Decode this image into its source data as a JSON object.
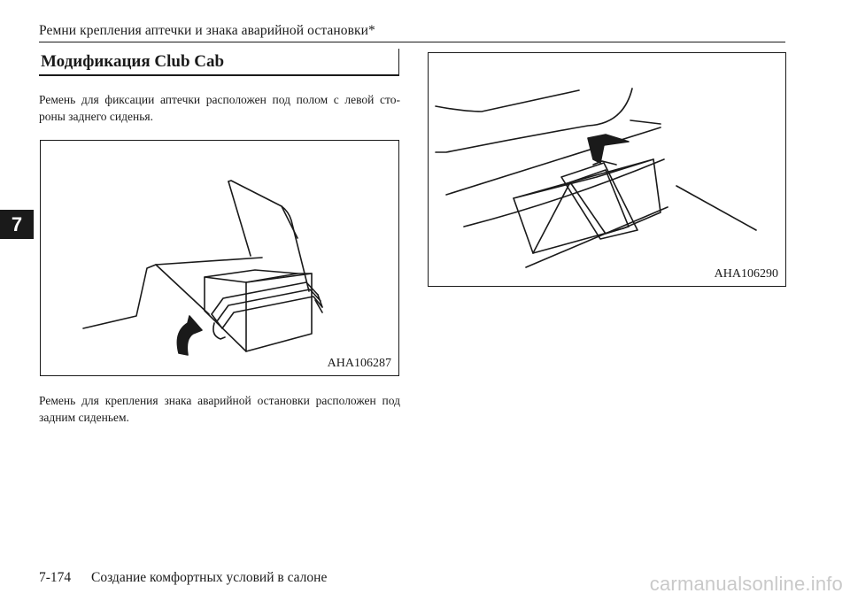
{
  "header": {
    "title": "Ремни крепления аптечки и знака аварийной остановки*"
  },
  "chapter_tab": "7",
  "section": {
    "heading": "Модификация Club Cab"
  },
  "paragraphs": {
    "first": "Ремень для фиксации аптечки расположен под полом с левой сто-роны заднего сиденья.",
    "second": "Ремень для крепления знака аварийной остановки расположен под задним сиденьем."
  },
  "figures": {
    "first_aid_kit": {
      "code": "AHA106287"
    },
    "warning_triangle": {
      "code": "AHA106290"
    }
  },
  "footer": {
    "page_number": "7-174",
    "chapter_title": "Создание комфортных условий в салоне"
  },
  "watermark": "carmanualsonline.info"
}
